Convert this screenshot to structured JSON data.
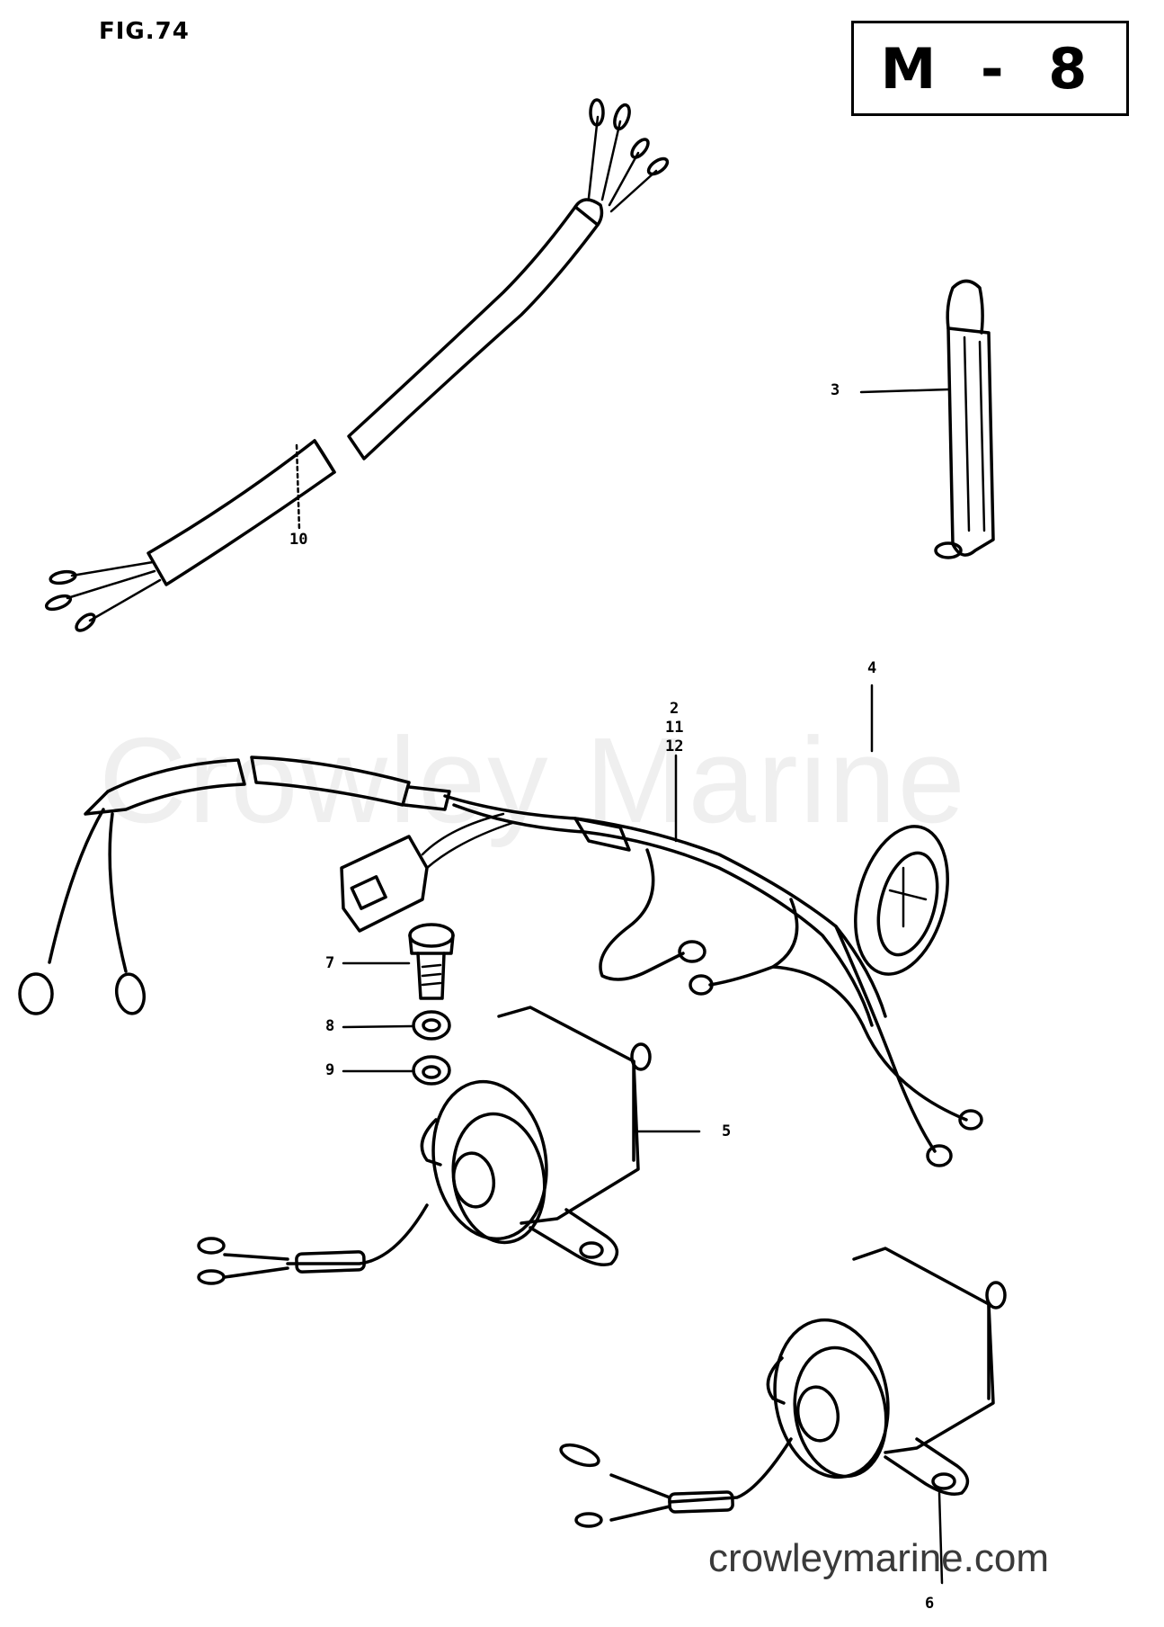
{
  "figure": {
    "title": "FIG.74",
    "section_code": "M - 8"
  },
  "watermark": {
    "text": "Crowley Marine",
    "site": "crowleymarine.com"
  },
  "callouts": [
    {
      "id": "10",
      "label": "10",
      "part": "wire-harness-cable"
    },
    {
      "id": "3",
      "label": "3",
      "part": "clamp-strip"
    },
    {
      "id": "4",
      "label": "4",
      "part": "grommet"
    },
    {
      "id": "2-11-12",
      "label": "2\n11\n12",
      "labels": [
        "2",
        "11",
        "12"
      ],
      "part": "lead-wire-harness"
    },
    {
      "id": "7",
      "label": "7",
      "part": "bolt"
    },
    {
      "id": "8",
      "label": "8",
      "part": "lock-washer"
    },
    {
      "id": "9",
      "label": "9",
      "part": "washer"
    },
    {
      "id": "5",
      "label": "5",
      "part": "starter-relay"
    },
    {
      "id": "6",
      "label": "6",
      "part": "starter-relay-2"
    }
  ],
  "colors": {
    "line": "#000000",
    "background": "#ffffff",
    "watermark": "#efefef",
    "site_text": "#3a3a3a"
  }
}
